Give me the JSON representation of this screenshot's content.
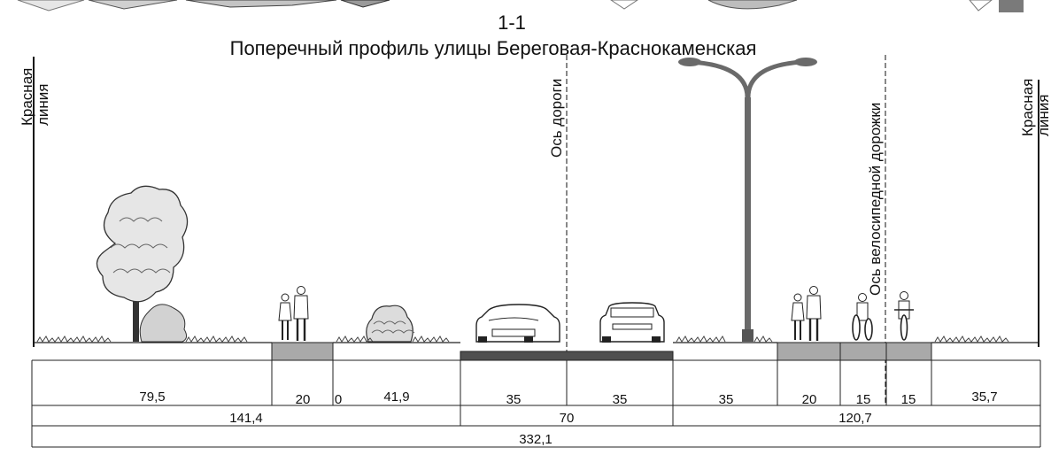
{
  "header": {
    "section": "1-1",
    "title": "Поперечный профиль улицы Береговая-Краснокаменская"
  },
  "labels": {
    "red_line_left": [
      "Красная",
      "линия"
    ],
    "red_line_right": [
      "Красная",
      "линия"
    ],
    "road_axis": "Ось дороги",
    "bike_axis": "Ось велосипедной дорожки"
  },
  "dimensions": {
    "row1": [
      "79,5",
      "20",
      "0",
      "41,9",
      "35",
      "35",
      "35",
      "20",
      "15",
      "15",
      "35,7"
    ],
    "row2": [
      "141,4",
      "70",
      "120,7"
    ],
    "row3": "332,1"
  },
  "colors": {
    "line": "#111111",
    "pavement": "#a9a9a9",
    "asphalt": "#555555",
    "pole": "#666666"
  }
}
